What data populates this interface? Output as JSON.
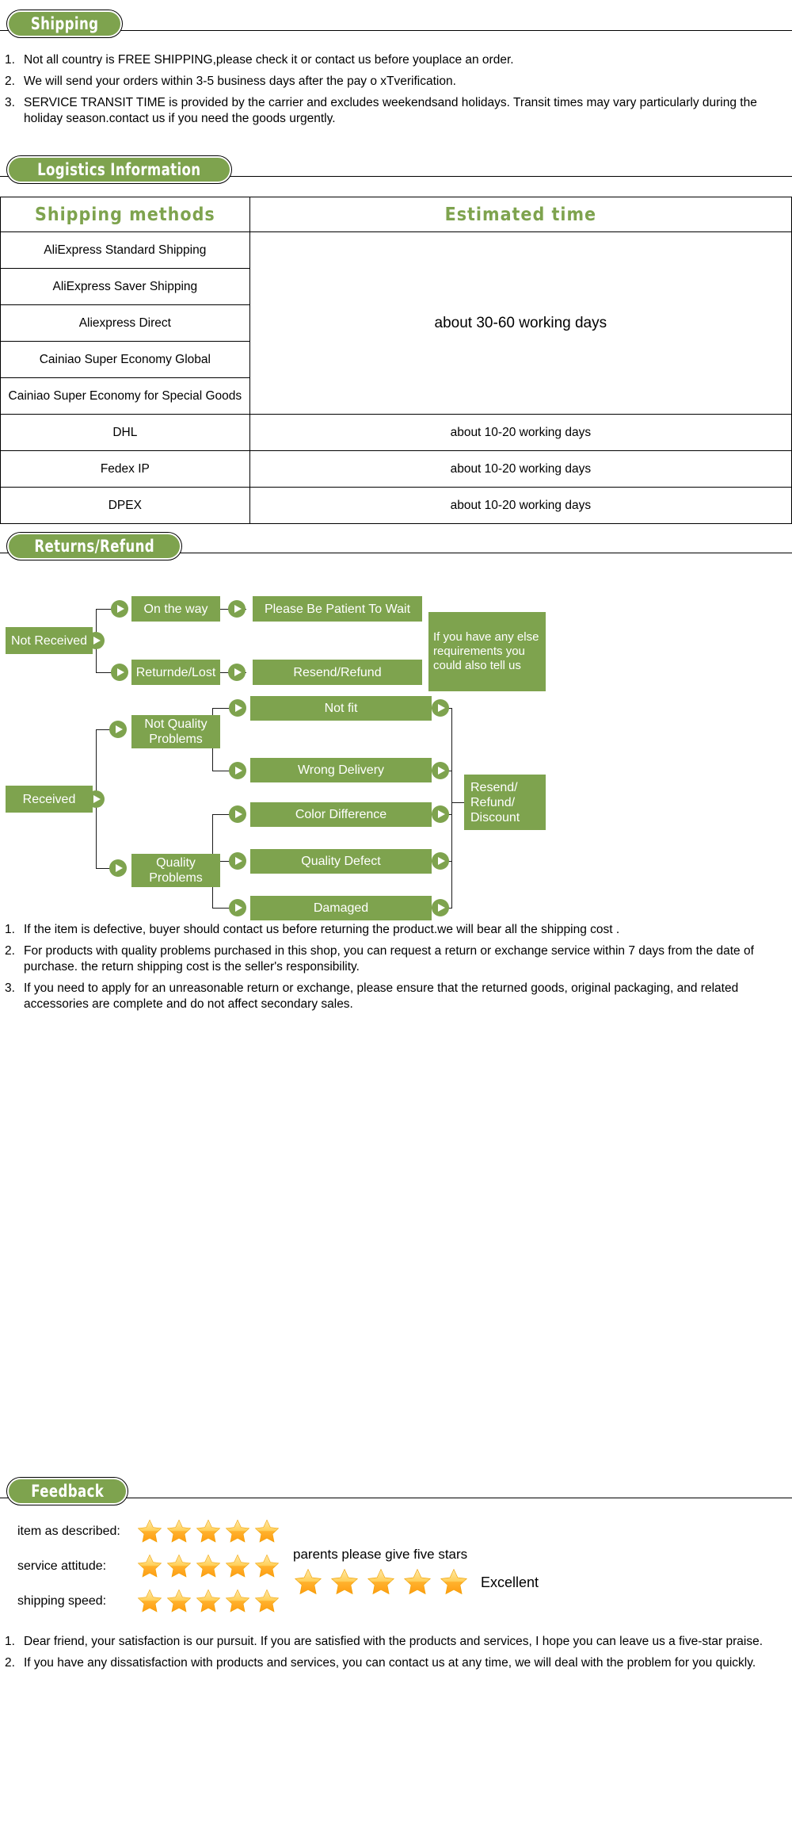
{
  "sections": {
    "shipping": {
      "banner": "Shipping",
      "items": [
        "Not all country is FREE SHIPPING,please check it or contact us before youplace an order.",
        "We will send your orders within 3-5 business days after the pay o xTverification.",
        "SERVICE TRANSIT TIME is provided by the carrier and excludes weekendsand holidays. Transit times may vary particularly during the holiday season.contact us if you need the goods urgently."
      ],
      "numbers": [
        "1.",
        "2.",
        "3."
      ]
    },
    "logistics": {
      "banner": "Logistics  Information",
      "headers": [
        "Shipping  methods",
        "Estimated  time"
      ],
      "rows": [
        {
          "method": "AliExpress Standard Shipping"
        },
        {
          "method": "AliExpress Saver Shipping"
        },
        {
          "method": "Aliexpress Direct"
        },
        {
          "method": "Cainiao Super Economy Global"
        },
        {
          "method": "Cainiao Super Economy for Special Goods"
        },
        {
          "method": "DHL",
          "time": "about 10-20 working days"
        },
        {
          "method": "Fedex IP",
          "time": "about 10-20 working days"
        },
        {
          "method": "DPEX",
          "time": "about 10-20 working days"
        }
      ],
      "merged_time": "about 30-60 working days",
      "merged_span": 5
    },
    "returns": {
      "banner": "Returns/Refund",
      "flow": {
        "not_received": "Not Received",
        "on_the_way": "On the way",
        "please_wait": "Please Be Patient To Wait",
        "returnde_lost": "Returnde/Lost",
        "resend_refund": "Resend/Refund",
        "any_else": "If you have any else requirements you could also tell us",
        "received": "Received",
        "not_quality": "Not Quality Problems",
        "quality": "Quality Problems",
        "not_fit": "Not fit",
        "wrong_delivery": "Wrong Delivery",
        "color_difference": "Color Difference",
        "quality_defect": "Quality Defect",
        "damaged": "Damaged",
        "resend_refund_discount": "Resend/ Refund/ Discount"
      },
      "numbers": [
        "1.",
        "2.",
        "3."
      ],
      "items": [
        "If the item is defective, buyer should contact us before returning the product.we will bear all the shipping cost .",
        "For products with quality problems purchased in this shop, you can request a return or exchange service within 7 days from the date of purchase. the return shipping cost is the seller's responsibility.",
        "If you need to apply for an unreasonable return or exchange, please ensure that the returned goods, original packaging, and related accessories are complete and do not affect secondary sales."
      ]
    },
    "feedback": {
      "banner": "Feedback",
      "ratings": [
        {
          "label": "item as described:",
          "stars": 5
        },
        {
          "label": "service attitude:",
          "stars": 5
        },
        {
          "label": "shipping speed:",
          "stars": 5
        }
      ],
      "promo_text": "parents please give five stars",
      "promo_stars": 5,
      "promo_caption": "Excellent",
      "numbers": [
        "1.",
        "2."
      ],
      "items": [
        "Dear friend, your satisfaction is our pursuit. If you are satisfied with the products and services, I hope you can leave us a five-star praise.",
        "If you have any dissatisfaction with products and services, you can contact us at any time, we will deal with the problem for you quickly."
      ]
    }
  },
  "colors": {
    "green": "#7ea34e",
    "star_gold": "#ffb22e",
    "star_light": "#ffe9a8"
  }
}
